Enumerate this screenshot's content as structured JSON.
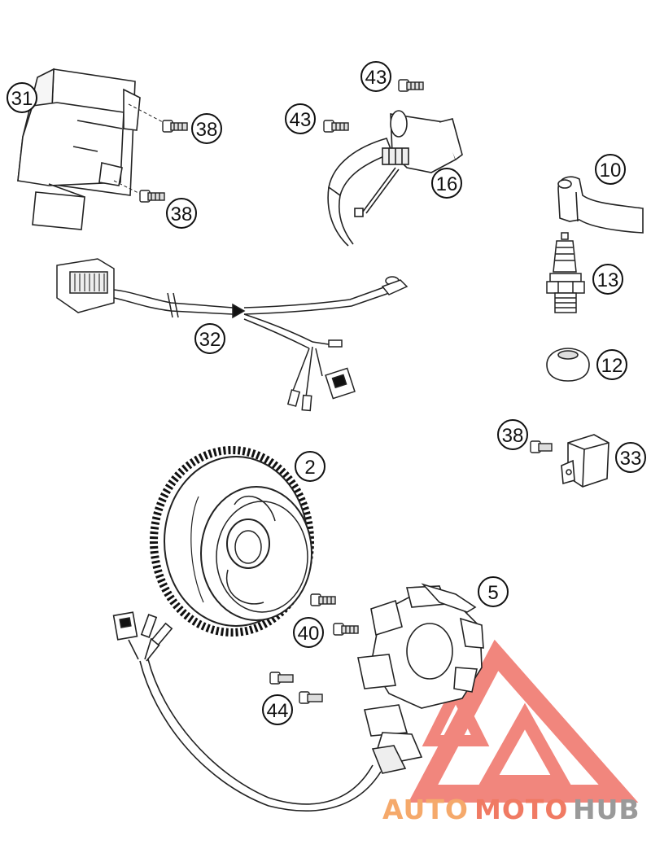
{
  "parts": {
    "p31": "31",
    "p38a": "38",
    "p38b": "38",
    "p43a": "43",
    "p43b": "43",
    "p16": "16",
    "p10": "10",
    "p13": "13",
    "p12": "12",
    "p32": "32",
    "p38c": "38",
    "p33": "33",
    "p2": "2",
    "p5": "5",
    "p40": "40",
    "p44": "44"
  },
  "watermark": {
    "word_a": "AUTO",
    "word_b": "MOTO",
    "word_c": "HUB",
    "color_a": "#f5a96b",
    "color_b": "#f07a63",
    "color_c": "#9a9a9a",
    "logo_color": "#ef7167"
  },
  "colors": {
    "line": "#222222",
    "shade": "#dcdcdc",
    "dark": "#111111"
  }
}
